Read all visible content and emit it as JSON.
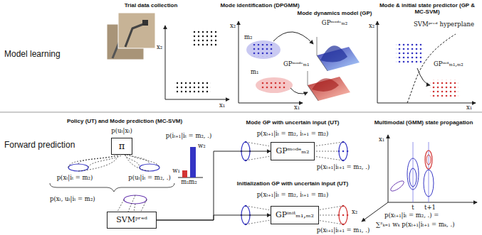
{
  "diagram": {
    "nodes": [
      {
        "text": [
          "π"
        ]
      },
      {
        "text": [
          "SVMᵖʳᵉᵈ"
        ]
      },
      {
        "text": [
          "GPᵐᵒᵈᵉₘ₂"
        ]
      },
      {
        "text": [
          "GPⁱⁿⁱᵗₘ₁,ₘ₂"
        ]
      }
    ],
    "edges": [
      {
        "from": 1,
        "to": 2,
        "arrow": "to"
      },
      {
        "from": 1,
        "to": 3,
        "arrow": "to"
      }
    ],
    "labels": [
      "Model learning",
      "Trial data collection",
      "Mode identification (DPGMM)",
      "Mode dynamics model (GP)",
      "Mode & initial state predictor (GP & MC-SVM)",
      "x₂",
      "x₁",
      "x₂",
      "x₁",
      "m₂",
      "m₁",
      "GPᵐᵒᵈᵉₘ₂",
      "GPᵐᵒᵈᵉₘ₁",
      "x₂",
      "x₁",
      "SVMᵖʳᵉᵈ hyperplane",
      "GPⁱⁿⁱᵗₘ₁,ₘ₂",
      "Forward prediction",
      "Policy (UT) and Mode prediction (MC-SVM)",
      "p(uₜ|xₜ)",
      "p(xₜ|iₜ = m₂)",
      "p(uₜ|iₜ = m₂, .)",
      "p(xₜ, uₜ|iₜ = m₂)",
      "p(iₜ₊₁|iₜ = m₂, .)",
      "w₂",
      "w₁",
      "m₁",
      "m₂",
      "Mode GP with uncertain input (UT)",
      "p(xₜ₊₁|iₜ = m₂, iₜ₊₁ = m₂)",
      "p(xₜ₊₁|iₜ₊₁ = m₂, .)",
      "Initialization GP with uncertain input (UT)",
      "p(xₜ₊₁|iₜ = m₂, iₜ₊₁ = m₁)",
      "p(xₜ₊₁|iₜ₊₁ = m₁, .)",
      "Multimodal (GMM) state propagation",
      "x₁",
      "x₂",
      "t",
      "t+1",
      "p(xₜ₊₁|iₜ = m₂, .) =",
      "∑²ₖ₌₁ wₖ p(xₜ₊₁|iₜ₊₁ = mₖ, .)"
    ]
  }
}
